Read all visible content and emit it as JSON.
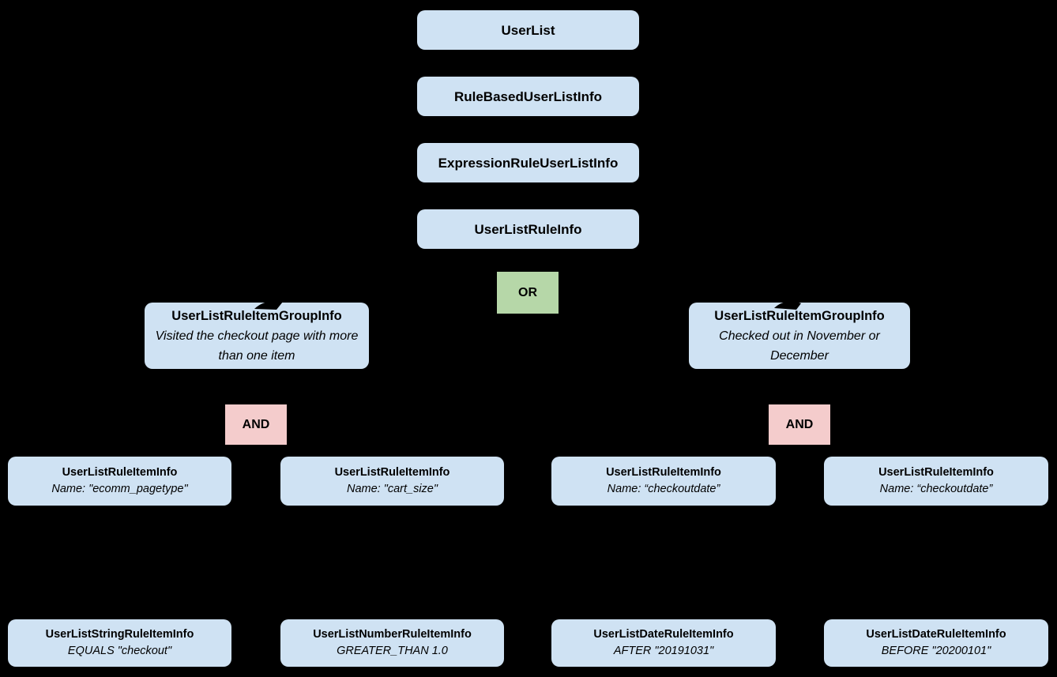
{
  "diagram": {
    "background": "#000000",
    "colors": {
      "node_fill": "#cfe2f3",
      "or_fill": "#b6d7a8",
      "and_fill": "#f4cccc",
      "text": "#000000"
    },
    "chain": [
      {
        "label": "UserList"
      },
      {
        "label": "RuleBasedUserListInfo"
      },
      {
        "label": "ExpressionRuleUserListInfo"
      },
      {
        "label": "UserListRuleInfo"
      }
    ],
    "operators": {
      "or": "OR",
      "and_left": "AND",
      "and_right": "AND"
    },
    "groups": [
      {
        "title": "UserListRuleItemGroupInfo",
        "subtitle": "Visited the checkout page with more than one item"
      },
      {
        "title": "UserListRuleItemGroupInfo",
        "subtitle": "Checked out in November or December"
      }
    ],
    "rule_items": [
      {
        "title": "UserListRuleItemInfo",
        "subtitle": "Name: \"ecomm_pagetype\""
      },
      {
        "title": "UserListRuleItemInfo",
        "subtitle": "Name: \"cart_size\""
      },
      {
        "title": "UserListRuleItemInfo",
        "subtitle": "Name: “checkoutdate”"
      },
      {
        "title": "UserListRuleItemInfo",
        "subtitle": "Name: “checkoutdate”"
      }
    ],
    "leaf_items": [
      {
        "title": "UserListStringRuleItemInfo",
        "subtitle": "EQUALS \"checkout\""
      },
      {
        "title": "UserListNumberRuleItemInfo",
        "subtitle": "GREATER_THAN 1.0"
      },
      {
        "title": "UserListDateRuleItemInfo",
        "subtitle": "AFTER \"20191031\""
      },
      {
        "title": "UserListDateRuleItemInfo",
        "subtitle": "BEFORE \"20200101\""
      }
    ]
  }
}
